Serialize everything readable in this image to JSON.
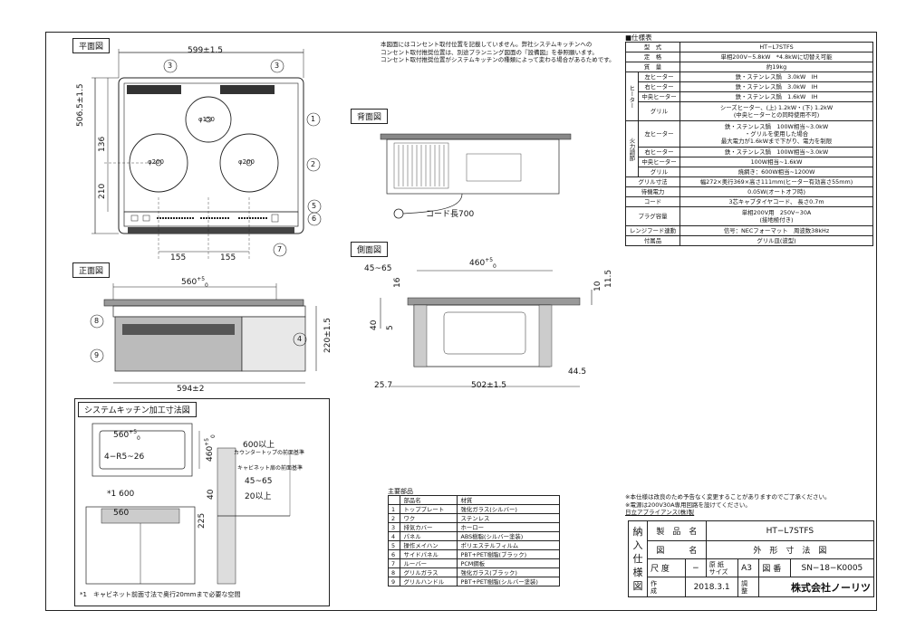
{
  "views": {
    "plan": "平面図",
    "rear": "背面図",
    "side": "側面図",
    "front": "正面図",
    "kitchen": "システムキッチン加工寸法図"
  },
  "top_note": [
    "本図面にはコンセント取付位置を記載していません。弊社システムキッチンへの",
    "コンセント取付推奨位置は、別途プランニング図面の『設備図』を参照願います。",
    "コンセント取付推奨位置がシステムキッチンの種類によって変わる場合があるためです。"
  ],
  "dims": {
    "plan_width": "599±1.5",
    "plan_depth": "506.5±1.5",
    "plan_136": "136",
    "plan_210": "210",
    "plan_155a": "155",
    "plan_155b": "155",
    "d150": "φ150",
    "d200a": "φ200",
    "d200b": "φ200",
    "front_top": "560",
    "front_top_tol": "+5",
    "front_top_tol2": "0",
    "front_h": "220±1.5",
    "front_w": "594±2",
    "rear_cord": "コード長700",
    "side_top": "460",
    "side_top_tol": "+5",
    "side_top_tol2": "0",
    "s45_65": "45~65",
    "s16": "16",
    "s10": "10",
    "s11_5": "11.5",
    "s40": "40",
    "s5": "5",
    "s25_7": "25.7",
    "s502": "502±1.5",
    "s44_5": "44.5",
    "k560": "560",
    "k560tol": "+5",
    "k560tol2": "0",
    "k460": "460",
    "k460tol": "+5",
    "k460tol2": "0",
    "kr": "4−R5~26",
    "k600": "600以上",
    "k_counter": "カウンタートップの前面基準",
    "k_cabinet": "キャビネット扉の前面基準",
    "k45_65": "45~65",
    "k20": "20以上",
    "k40": "40",
    "k225": "225",
    "k1600": "*1 600",
    "k560b": "560",
    "k_note": "*1　キャビネット前面寸法で奥行20mmまで必要な空間"
  },
  "callouts": [
    "1",
    "2",
    "3",
    "3",
    "5",
    "6",
    "7",
    "8",
    "9",
    "4"
  ],
  "spec": {
    "title": "■仕様表",
    "rows": [
      {
        "a": "型　式",
        "v": "HT−L7STFS"
      },
      {
        "a": "定　格",
        "v": "単相200V−5.8kW　*4.8kWに切替え可能"
      },
      {
        "a": "質　量",
        "v": "約19kg"
      }
    ],
    "heater_group": "ヒーター",
    "heater": [
      {
        "k": "左ヒーター",
        "v": "鉄・ステンレス鍋　3.0kW　IH"
      },
      {
        "k": "右ヒーター",
        "v": "鉄・ステンレス鍋　3.0kW　IH"
      },
      {
        "k": "中央ヒーター",
        "v": "鉄・ステンレス鍋　1.6kW　IH"
      },
      {
        "k": "グリル",
        "v": "シーズヒーター、(上) 1.2kW・(下) 1.2kW\n(中央ヒーターとの同時使用不可)"
      }
    ],
    "power_group": "火力調節",
    "power": [
      {
        "k": "左ヒーター",
        "v": "鉄・ステンレス鍋　100W相当~3.0kW\n・グリルを使用した場合\n最大電力が1.6kWまで下がり、電力を制限"
      },
      {
        "k": "右ヒーター",
        "v": "鉄・ステンレス鍋　100W相当~3.0kW"
      },
      {
        "k": "中央ヒーター",
        "v": "100W相当~1.6kW"
      },
      {
        "k": "グリル",
        "v": "焼網き：600W相当~1200W"
      }
    ],
    "tail": [
      {
        "a": "グリル寸法",
        "v": "幅272×奥行369×高さ111mm(ヒーター有効高さ55mm)"
      },
      {
        "a": "待機電力",
        "v": "0.05W(オートオフ時)"
      },
      {
        "a": "コード",
        "v": "3芯キャブタイヤコード、 長さ0.7m"
      },
      {
        "a": "プラグ容量",
        "v": "単相200V用　250V−30A\n(接地極付き)"
      },
      {
        "a": "レンジフード連動",
        "v": "信号：NECフォーマット　周波数38kHz"
      },
      {
        "a": "付属品",
        "v": "グリル皿(波型)"
      }
    ]
  },
  "parts": {
    "title": "主要部品",
    "header": [
      "部品名",
      "材質"
    ],
    "rows": [
      [
        "1",
        "トッププレート",
        "強化ガラス(シルバー)"
      ],
      [
        "2",
        "ワク",
        "ステンレス"
      ],
      [
        "3",
        "排気カバー",
        "ホーロー"
      ],
      [
        "4",
        "パネル",
        "ABS樹脂(シルバー塗装)"
      ],
      [
        "5",
        "操作メイハン",
        "ポリエステルフィルム"
      ],
      [
        "6",
        "サイドパネル",
        "PBT+PET樹脂(ブラック)"
      ],
      [
        "7",
        "ルーバー",
        "PCM鋼板"
      ],
      [
        "8",
        "グリルガラス",
        "強化ガラス(ブラック)"
      ],
      [
        "9",
        "グリルハンドル",
        "PBT+PET樹脂(シルバー塗装)"
      ]
    ]
  },
  "bottom_note": [
    "※本仕様は改良のため予告なく変更することがありますのでご了承ください。",
    "※電源は200V30A専用回路を設けてください。"
  ],
  "maker_small": "日立アプライアンス(株)製",
  "title_block": {
    "side": [
      "納",
      "入",
      "仕",
      "様",
      "図"
    ],
    "product_label": "製　品　名",
    "product": "HT−L7STFS",
    "drawing_label": "図　　　名",
    "drawing": "外　形　寸　法　図",
    "scale_label": "尺 度",
    "scale": "−",
    "paper_label": "原 紙\nサイズ",
    "paper": "A3",
    "no_label": "図 番",
    "no": "SN−18−K0005",
    "made_label": "作\n成",
    "date": "2018.3.1",
    "adj_label": "調\n整",
    "company": "株式会社ノーリツ"
  }
}
